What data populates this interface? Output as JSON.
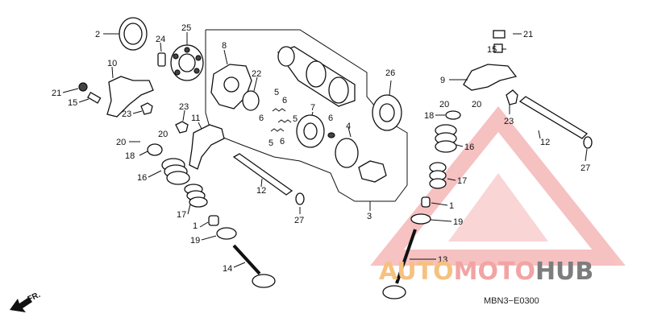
{
  "diagram": {
    "drawing_code": "MBN3−E0300",
    "direction_label": "FR.",
    "watermark": {
      "part1": "AUTO",
      "part2": "MOTO",
      "part3": "HUB"
    },
    "callouts": [
      {
        "id": "c2",
        "text": "2"
      },
      {
        "id": "c24",
        "text": "24"
      },
      {
        "id": "c25",
        "text": "25"
      },
      {
        "id": "c10",
        "text": "10"
      },
      {
        "id": "c21a",
        "text": "21"
      },
      {
        "id": "c15a",
        "text": "15"
      },
      {
        "id": "c23a",
        "text": "23"
      },
      {
        "id": "c8",
        "text": "8"
      },
      {
        "id": "c22",
        "text": "22"
      },
      {
        "id": "c5a",
        "text": "5"
      },
      {
        "id": "c6a",
        "text": "6"
      },
      {
        "id": "c6b",
        "text": "6"
      },
      {
        "id": "c5b",
        "text": "5"
      },
      {
        "id": "c6c",
        "text": "6"
      },
      {
        "id": "c5c",
        "text": "5"
      },
      {
        "id": "c7",
        "text": "7"
      },
      {
        "id": "c6d",
        "text": "6"
      },
      {
        "id": "c4",
        "text": "4"
      },
      {
        "id": "c26",
        "text": "26"
      },
      {
        "id": "c23b",
        "text": "23"
      },
      {
        "id": "c11",
        "text": "11"
      },
      {
        "id": "c20a",
        "text": "20"
      },
      {
        "id": "c20b",
        "text": "20"
      },
      {
        "id": "c18a",
        "text": "18"
      },
      {
        "id": "c16a",
        "text": "16"
      },
      {
        "id": "c17a",
        "text": "17"
      },
      {
        "id": "c1a",
        "text": "1"
      },
      {
        "id": "c19a",
        "text": "19"
      },
      {
        "id": "c14",
        "text": "14"
      },
      {
        "id": "c12a",
        "text": "12"
      },
      {
        "id": "c27a",
        "text": "27"
      },
      {
        "id": "c3",
        "text": "3"
      },
      {
        "id": "c21b",
        "text": "21"
      },
      {
        "id": "c15b",
        "text": "15"
      },
      {
        "id": "c9",
        "text": "9"
      },
      {
        "id": "c20c",
        "text": "20"
      },
      {
        "id": "c20d",
        "text": "20"
      },
      {
        "id": "c18b",
        "text": "18"
      },
      {
        "id": "c23c",
        "text": "23"
      },
      {
        "id": "c12b",
        "text": "12"
      },
      {
        "id": "c27b",
        "text": "27"
      },
      {
        "id": "c16b",
        "text": "16"
      },
      {
        "id": "c17b",
        "text": "17"
      },
      {
        "id": "c1b",
        "text": "1"
      },
      {
        "id": "c19b",
        "text": "19"
      },
      {
        "id": "c13",
        "text": "13"
      }
    ]
  }
}
